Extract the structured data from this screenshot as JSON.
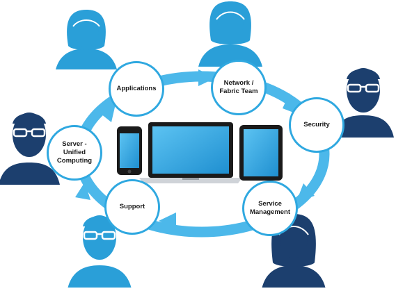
{
  "colors": {
    "cycle_ring": "#4cb8ea",
    "node_border": "#2fa8e0",
    "person_light": "#2a9fd8",
    "person_dark": "#1c3f6e",
    "device_frame": "#1a1a1a",
    "device_screen": "#35a8e6"
  },
  "nodes": {
    "applications": "Applications",
    "network_fabric": "Network /\nFabric Team",
    "security": "Security",
    "service_management": "Service\nManagement",
    "support": "Support",
    "server_computing": "Server -\nUnified\nComputing"
  },
  "people": [
    {
      "name": "applications-person",
      "style": "light",
      "glasses": false
    },
    {
      "name": "network-person",
      "style": "light",
      "glasses": false
    },
    {
      "name": "security-person",
      "style": "dark",
      "glasses": true
    },
    {
      "name": "service-management-person",
      "style": "dark",
      "glasses": false
    },
    {
      "name": "support-person",
      "style": "light",
      "glasses": true
    },
    {
      "name": "server-person",
      "style": "dark",
      "glasses": true
    }
  ],
  "devices": [
    "smartphone-icon",
    "laptop-icon",
    "tablet-icon"
  ]
}
